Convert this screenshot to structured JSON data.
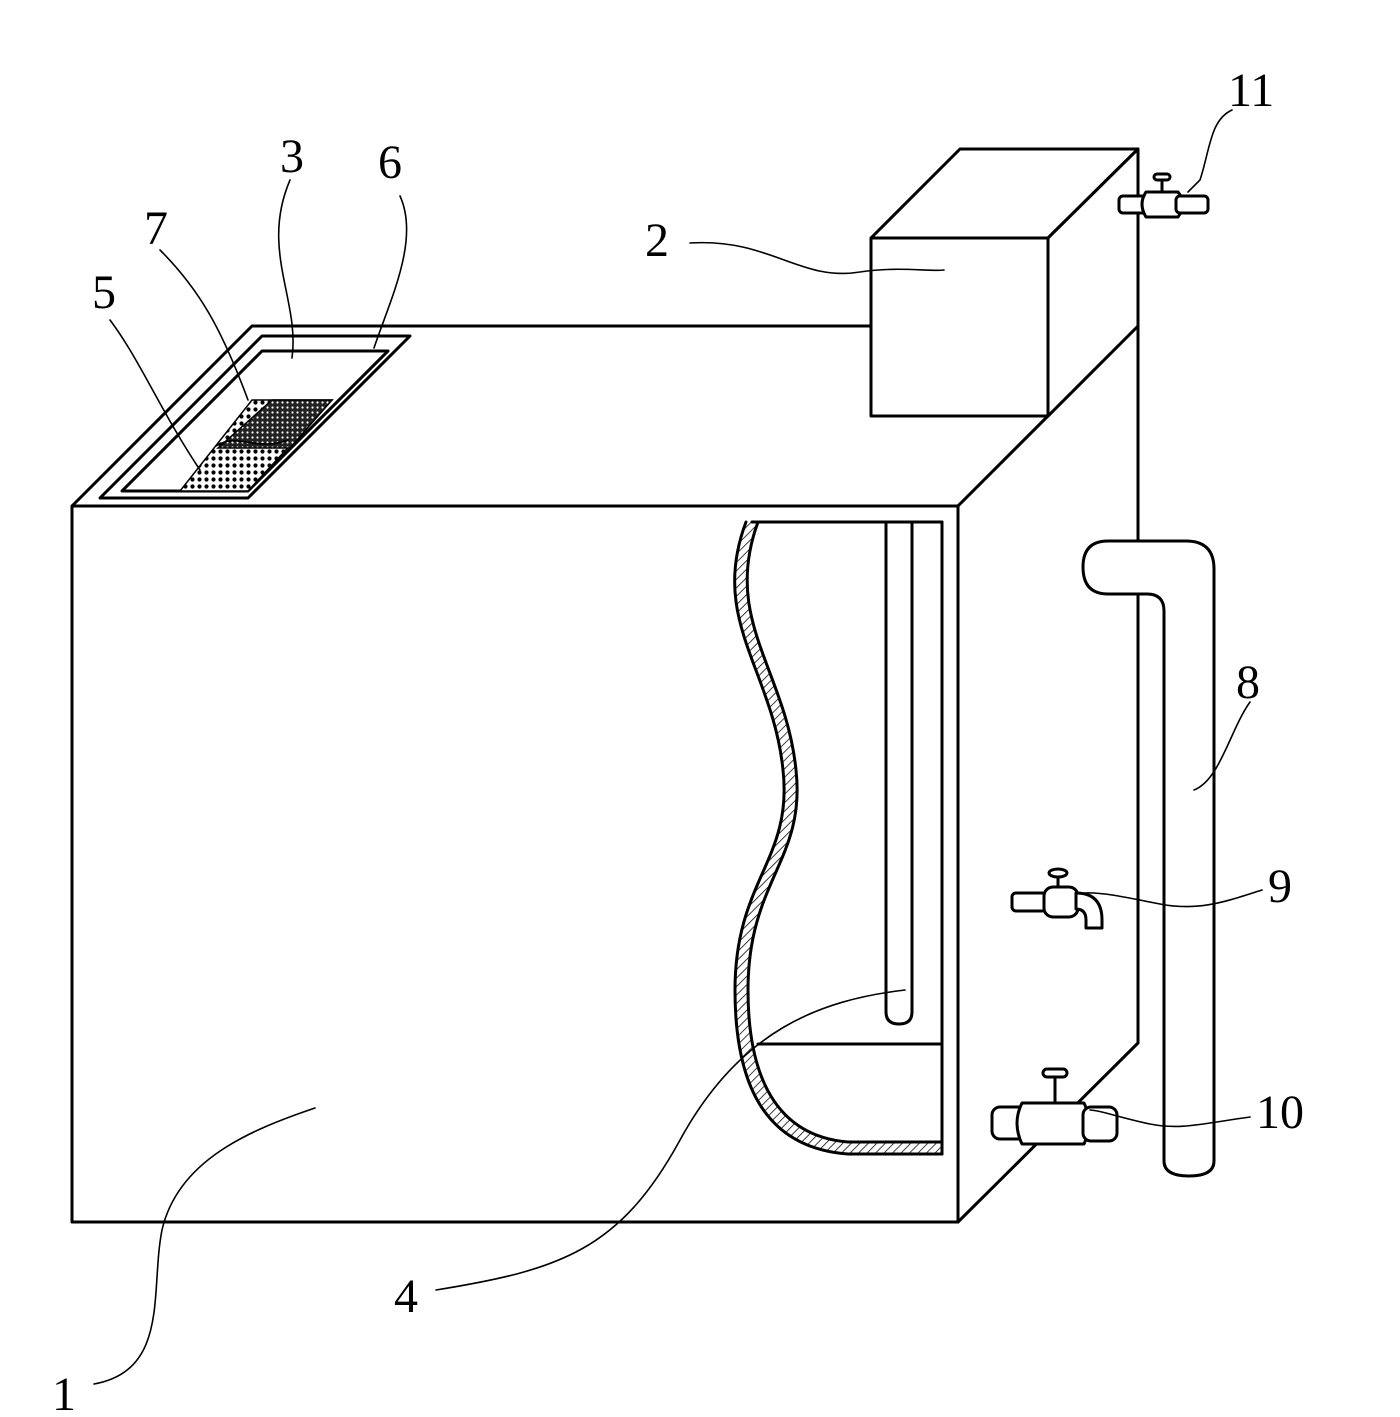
{
  "figure": {
    "callouts": [
      {
        "id": "tank-body",
        "label": "1"
      },
      {
        "id": "upper-box",
        "label": "2"
      },
      {
        "id": "top-trough",
        "label": "3"
      },
      {
        "id": "inner-tube",
        "label": "4"
      },
      {
        "id": "lower-mesh",
        "label": "5"
      },
      {
        "id": "trough-rim",
        "label": "6"
      },
      {
        "id": "upper-mesh",
        "label": "7"
      },
      {
        "id": "vertical-pipe",
        "label": "8"
      },
      {
        "id": "faucet",
        "label": "9"
      },
      {
        "id": "drain-valve",
        "label": "10"
      },
      {
        "id": "top-valve",
        "label": "11"
      }
    ],
    "colors": {
      "line": "#000000",
      "fill": "#ffffff"
    }
  }
}
